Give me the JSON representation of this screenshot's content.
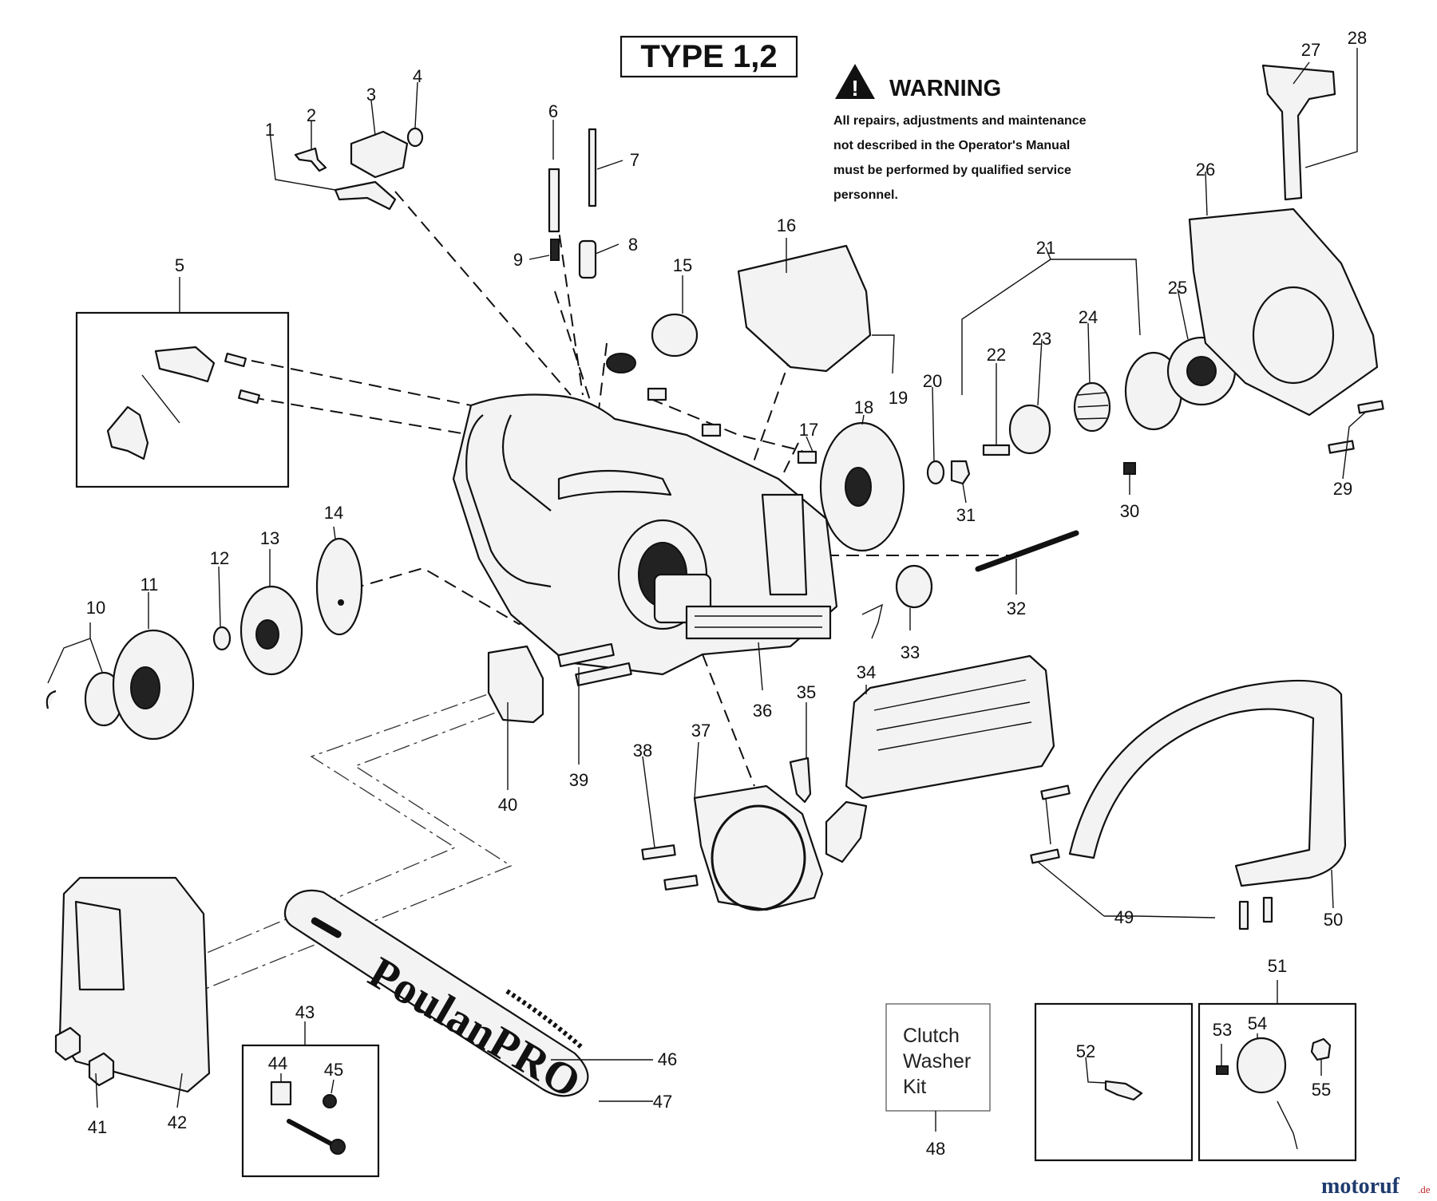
{
  "header": {
    "type_label": "TYPE 1,2",
    "warning_title": "WARNING",
    "warning_lines": [
      "All repairs, adjustments and maintenance",
      "not described in the Operator's Manual",
      "must be performed by qualified service",
      "personnel."
    ]
  },
  "kit_box": {
    "lines": [
      "Clutch",
      "Washer",
      "Kit"
    ]
  },
  "bar_brand": "PoulanPRO",
  "watermark": {
    "name": "motoruf",
    "suffix": ".de"
  },
  "part_numbers": [
    "1",
    "2",
    "3",
    "4",
    "5",
    "6",
    "7",
    "8",
    "9",
    "10",
    "11",
    "12",
    "13",
    "14",
    "15",
    "16",
    "17",
    "18",
    "19",
    "20",
    "21",
    "22",
    "23",
    "24",
    "25",
    "26",
    "27",
    "28",
    "29",
    "30",
    "31",
    "32",
    "33",
    "34",
    "35",
    "36",
    "37",
    "38",
    "39",
    "40",
    "41",
    "42",
    "43",
    "44",
    "45",
    "46",
    "47",
    "48",
    "49",
    "50",
    "51",
    "52",
    "53",
    "54",
    "55"
  ],
  "colors": {
    "ink": "#111111",
    "watermark_blue": "#1f3b6e",
    "watermark_red": "#c0282d"
  }
}
